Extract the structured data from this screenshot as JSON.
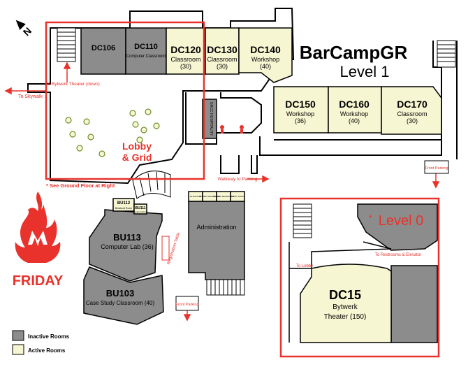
{
  "header": {
    "title": "BarCampGR",
    "level": "Level 1",
    "north_label": "N"
  },
  "colors": {
    "inactive": "#8c8c8c",
    "active": "#f7f6d2",
    "accent": "#e8322b",
    "outline": "#000000"
  },
  "rooms_level1": [
    {
      "id": "DC106",
      "name": "DC106",
      "sub": "",
      "cap": "",
      "status": "inactive"
    },
    {
      "id": "DC110",
      "name": "DC110",
      "sub": "Computer Classroom",
      "cap": "",
      "status": "inactive"
    },
    {
      "id": "DC120",
      "name": "DC120",
      "sub": "Classroom",
      "cap": "(30)",
      "status": "active"
    },
    {
      "id": "DC130",
      "name": "DC130",
      "sub": "Classroom",
      "cap": "(30)",
      "status": "active"
    },
    {
      "id": "DC140",
      "name": "DC140",
      "sub": "Workshop",
      "cap": "(40)",
      "status": "active"
    },
    {
      "id": "DC150",
      "name": "DC150",
      "sub": "Workshop",
      "cap": "(36)",
      "status": "active"
    },
    {
      "id": "DC160",
      "name": "DC160",
      "sub": "Workshop",
      "cap": "(40)",
      "status": "active"
    },
    {
      "id": "DC170",
      "name": "DC170",
      "sub": "Classroom",
      "cap": "(30)",
      "status": "active"
    },
    {
      "id": "BU113",
      "name": "BU113",
      "sub": "Computer Lab (36)",
      "cap": "",
      "status": "inactive"
    },
    {
      "id": "BU103",
      "name": "BU103",
      "sub": "Case Study Classroom (40)",
      "cap": "",
      "status": "inactive"
    },
    {
      "id": "BU112",
      "name": "BU112",
      "sub": "Breakout Room",
      "cap": "",
      "status": "active"
    },
    {
      "id": "BU111",
      "name": "BU111",
      "sub": "Breakout Room",
      "cap": "",
      "status": "active"
    },
    {
      "id": "ADMIN",
      "name": "Administration",
      "sub": "",
      "cap": "",
      "status": "inactive"
    }
  ],
  "labels": {
    "to_skywalk": "To Skywalk",
    "to_bytwerk": "To Bytwerk Theater (down)",
    "lobby": "Lobby & Grid",
    "lobby_line1": "Lobby",
    "lobby_line2": "& Grid",
    "ground_note": "* See Ground Floor at Right",
    "walkway": "Walkway to Parking",
    "front_parking": "Front Parking",
    "registration": "Registration Table",
    "hospitality": "GRCC HOSPITALITY",
    "small_rooms": [
      "ELEVATOR",
      "STUDENT RECREATION",
      "STUDENT RECREATION",
      "PRINT SHOP"
    ]
  },
  "level0": {
    "title": "Level 0",
    "star": "*",
    "to_lobby": "To Lobby",
    "to_restrooms": "To Restrooms & Elevator",
    "theater": {
      "name": "DC15",
      "sub": "Bytwerk",
      "cap": "Theater (150)"
    }
  },
  "legend": [
    {
      "label": "Inactive Rooms",
      "status": "inactive"
    },
    {
      "label": "Active Rooms",
      "status": "active"
    }
  ],
  "event": {
    "day": "FRIDAY"
  }
}
